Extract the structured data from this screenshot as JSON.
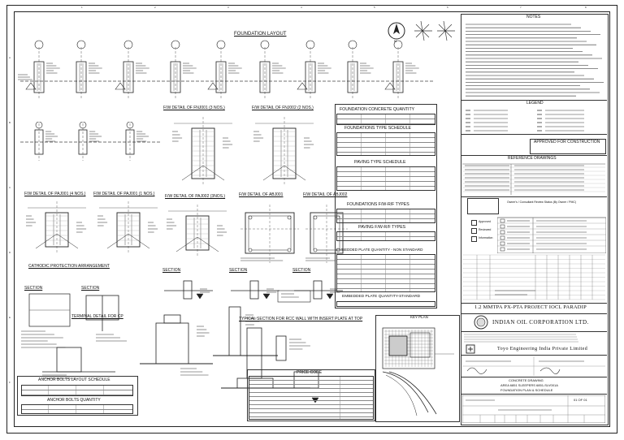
{
  "border": {
    "col_numbers": [
      "1",
      "2",
      "3",
      "4",
      "5",
      "6",
      "7",
      "8"
    ],
    "row_letters": [
      "A",
      "B",
      "C",
      "D",
      "E",
      "F"
    ]
  },
  "titles": {
    "foundation_layout": "FOUNDATION LAYOUT",
    "fw_fnj001": "F/W DETAIL OF FNJ001 (3 NOS.)",
    "fw_fnj002": "F/W DETAIL OF FNJ002 (2 NOS.)",
    "fw_paj001": "F/W DETAIL OF PAJ001 (4 NOS.)",
    "fw_pau001": "F/W DETAIL OF PAJ001 (1 NOS.)",
    "fw_paj002": "F/W DETAIL OF PAJ002 (3NOS.)",
    "fw_abj001": "F/W DETAIL OF ABJ001",
    "fw_abj002": "F/W DETAIL OF ABJ002",
    "cathodic": "CATHODIC PROTECTION ARRANGEMENT",
    "terminal": "TERMINAL DETAIL FOR CP",
    "section": "SECTION",
    "typical_section": "TYPICAL SECTION FOR RCC WALL WITH INSERT PLATE AT TOP",
    "price_code": "PRICE CODE",
    "anchor_schedule": "ANCHOR BOLTS LAYOUT SCHEDULE",
    "anchor_quantity": "ANCHOR BOLTS QUANTITY",
    "key_plan": "KEY PLAN"
  },
  "tables": {
    "foundation_concrete_quantity": "FOUNDATION CONCRETE QUANTITY",
    "foundations_type_schedule": "FOUNDATIONS TYPE SCHEDULE",
    "paving_type_schedule": "PAVING TYPE SCHEDULE",
    "foundations_fw_rf_types": "FOUNDATIONS F/W-R/F TYPES",
    "paving_fw_rf_types": "PAVING F/W-R/F TYPES",
    "embedded_non_standard": "EMBEDDED PLATE QUANTITY - NON STANDARD",
    "embedded_standard": "EMBEDDED PLATE QUANTITY-STANDARD"
  },
  "right_panel": {
    "notes_title": "NOTES",
    "legend_title": "LEGEND",
    "approved_title": "APPROVED FOR CONSTRUCTION",
    "reference_title": "REFERENCE DRAWINGS",
    "review_title": "Owner's / Consultant Review Status (By Owner / PMC)",
    "review_options": [
      "Approved",
      "Reviewed",
      "Information"
    ],
    "project": "1.2 MMTPA PX-PTA PROJECT IOCL PARADIP",
    "owner": "INDIAN OIL CORPORATION LTD.",
    "contractor": "Toyo Engineering India Private Limited",
    "drawing_title_1": "CONCRETE DRAWING",
    "drawing_title_2": "AREA 6851 SLEEPERS 6851-SLV001A",
    "drawing_title_3": "FOUNDATION PLAN & SCHEDULE",
    "sheet_no": "01 OF 01"
  }
}
